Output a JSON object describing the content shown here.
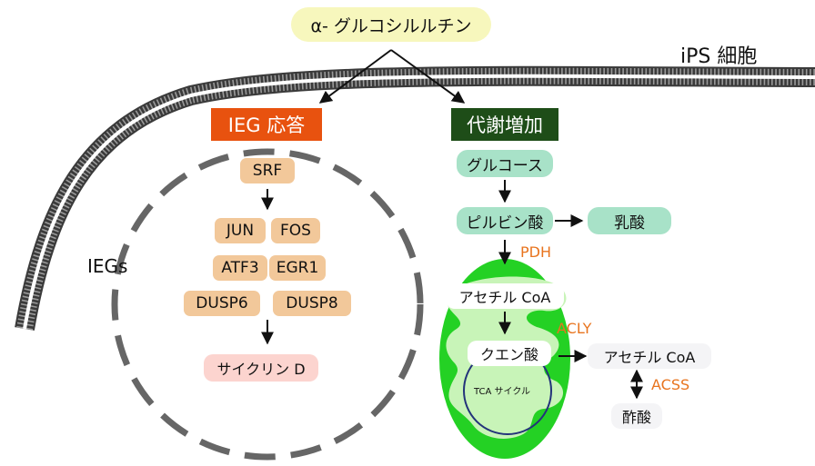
{
  "compound": "α- グルコシルルチン",
  "cell_label": "iPS 細胞",
  "ieg_response": {
    "title": "IEG 応答",
    "ring_label": "IEGs",
    "color": "#e8520f",
    "genes": {
      "srf": "SRF",
      "jun": "JUN",
      "fos": "FOS",
      "atf3": "ATF3",
      "egr1": "EGR1",
      "dusp6": "DUSP6",
      "dusp8": "DUSP8",
      "cyclin": "サイクリン D"
    }
  },
  "metabolism": {
    "title": "代謝増加",
    "color": "#1e4d18",
    "glucose": "グルコース",
    "pyruvate": "ピルビン酸",
    "lactate": "乳酸",
    "pdh": "PDH",
    "acetyl_coa_in": "アセチル CoA",
    "acly": "ACLY",
    "citrate": "クエン酸",
    "tca": "TCA サイクル",
    "acetyl_coa_out": "アセチル CoA",
    "acss": "ACSS",
    "acetate": "酢酸"
  }
}
